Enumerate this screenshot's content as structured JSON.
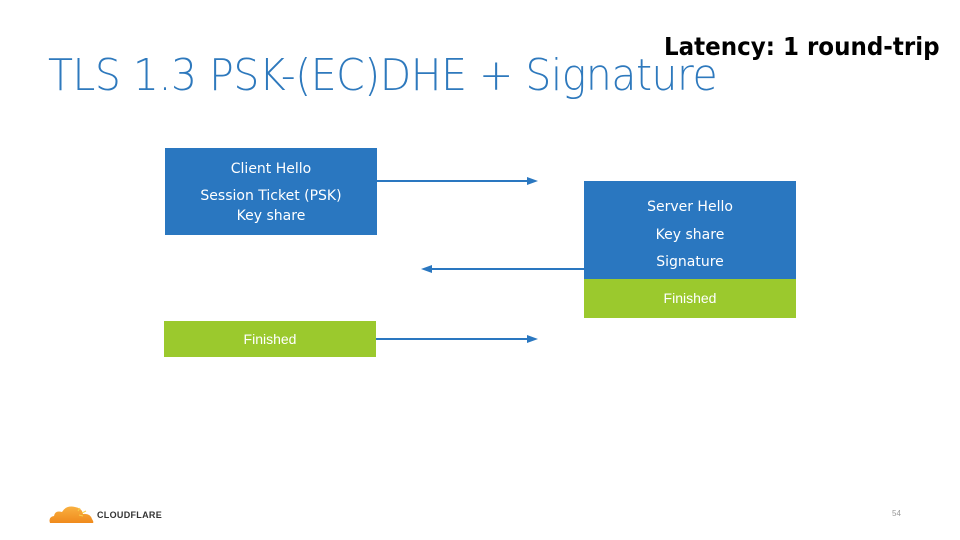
{
  "slide": {
    "title": "TLS 1.3 PSK-(EC)DHE + Signature",
    "latency_label": "Latency: 1 round-trip",
    "page_number": "54"
  },
  "client": {
    "hello_box": {
      "lines": [
        "Client Hello",
        "Session Ticket (PSK)",
        "Key share"
      ]
    },
    "finished_box": {
      "label": "Finished"
    }
  },
  "server": {
    "hello_box": {
      "lines": [
        "Server Hello",
        "Key share",
        "Signature"
      ]
    },
    "finished_box": {
      "label": "Finished"
    }
  },
  "messages": [
    {
      "from": "client",
      "to": "server",
      "content": "Client Hello, Session Ticket (PSK), Key share"
    },
    {
      "from": "server",
      "to": "client",
      "content": "Server Hello, Key share, Signature, Finished"
    },
    {
      "from": "client",
      "to": "server",
      "content": "Finished"
    }
  ],
  "colors": {
    "title": "#2e79bd",
    "message_box": "#2a77c0",
    "finished_box": "#9bc92d",
    "arrow": "#2a77c0"
  },
  "footer": {
    "logo_text": "CloudFlare"
  }
}
